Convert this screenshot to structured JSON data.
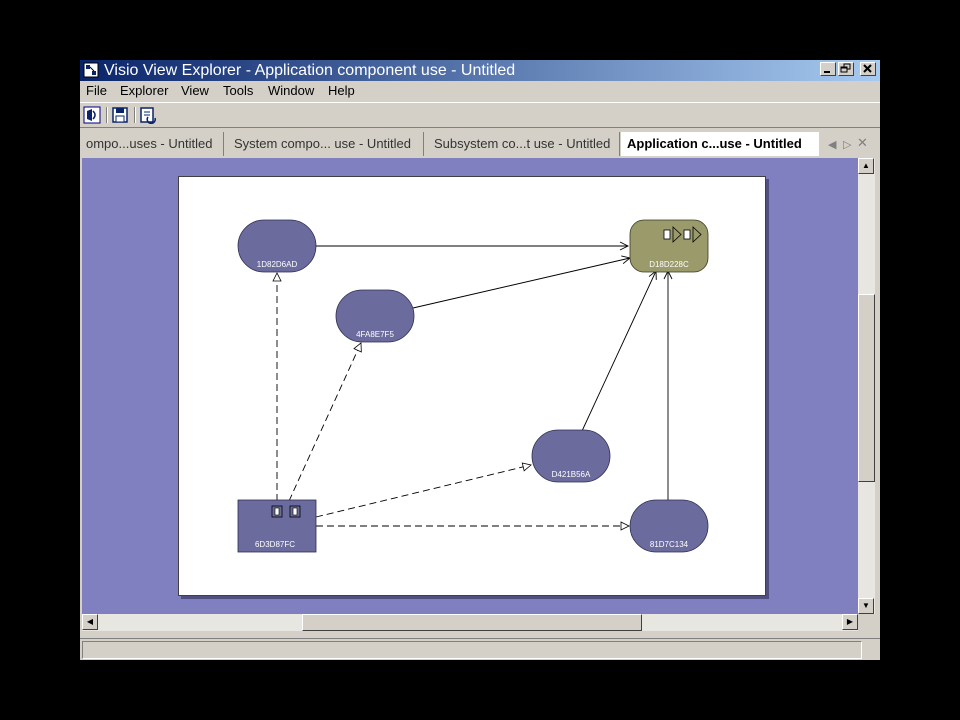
{
  "window": {
    "title": "Visio View Explorer - Application component use - Untitled"
  },
  "menu": [
    "File",
    "Explorer",
    "View",
    "Tools",
    "Window",
    "Help"
  ],
  "toolbar": {
    "buttons": [
      "open-icon",
      "save-icon",
      "refresh-icon"
    ]
  },
  "tabs": [
    {
      "label": "ompo...uses - Untitled",
      "active": false
    },
    {
      "label": "System compo... use - Untitled",
      "active": false
    },
    {
      "label": "Subsystem co...t use - Untitled",
      "active": false
    },
    {
      "label": "Application c...use - Untitled",
      "active": true
    }
  ],
  "diagram": {
    "nodes": [
      {
        "id": "1D82D6AD",
        "shape": "rounded",
        "color": "#6b6b9e"
      },
      {
        "id": "4FA8E7F5",
        "shape": "rounded",
        "color": "#6b6b9e"
      },
      {
        "id": "D18D228C",
        "shape": "rounded",
        "color": "#9a9a6a"
      },
      {
        "id": "D421B56A",
        "shape": "rounded",
        "color": "#6b6b9e"
      },
      {
        "id": "81D7C134",
        "shape": "rounded",
        "color": "#6b6b9e"
      },
      {
        "id": "6D3D87FC",
        "shape": "rect",
        "color": "#6b6b9e"
      }
    ]
  },
  "colors": {
    "workspace": "#8080c0",
    "titlebar_start": "#0a246a",
    "titlebar_end": "#a6caf0"
  }
}
